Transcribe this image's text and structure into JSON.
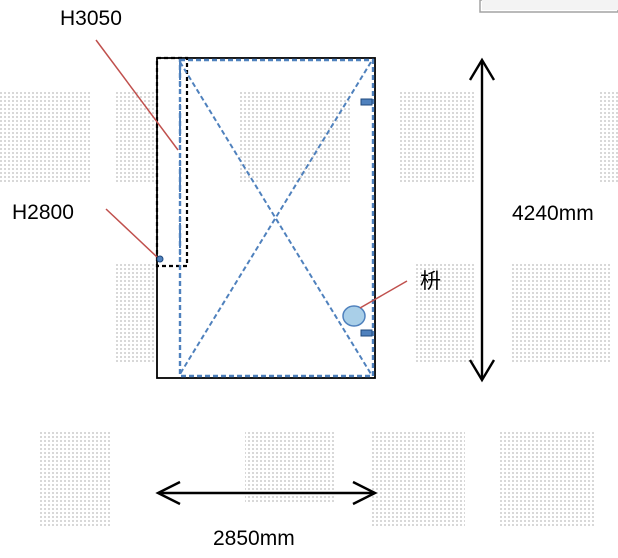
{
  "labels": {
    "h3050": "H3050",
    "h2800": "H2800",
    "height_dim": "4240mm",
    "width_dim": "2850mm",
    "masu": "枡"
  },
  "watermark": {
    "characters": [
      "販",
      "禁",
      "止",
      "販",
      "禁",
      "止"
    ]
  },
  "colors": {
    "outline": "#000000",
    "blue": "#4f81bd",
    "blue_dark": "#1f497d",
    "leader": "#c0504d",
    "masu_fill": "#a9cfe8",
    "masu_stroke": "#4f81bd",
    "watermark": "#d9d9d9"
  }
}
